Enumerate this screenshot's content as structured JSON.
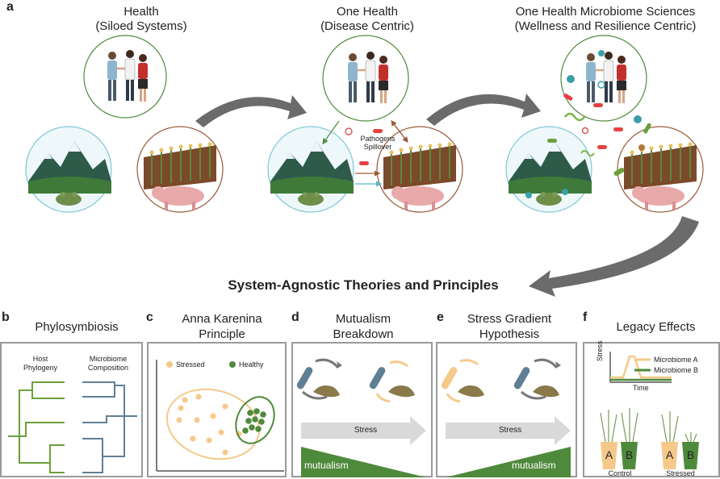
{
  "panel_a": {
    "letter": "a",
    "col1": {
      "line1": "Health",
      "line2": "(Siloed Systems)"
    },
    "col2": {
      "line1": "One Health",
      "line2": "(Disease Centric)",
      "pathogen_line1": "Pathogens",
      "pathogen_line2": "Spillover"
    },
    "col3": {
      "line1": "One Health Microbiome Sciences",
      "line2": "(Wellness and Resilience Centric)"
    }
  },
  "center_title": "System-Agnostic Theories and Principles",
  "panel_b": {
    "letter": "b",
    "title": "Phylosymbiosis",
    "host_line1": "Host",
    "host_line2": "Phylogeny",
    "micro_line1": "Microbiome",
    "micro_line2": "Composition"
  },
  "panel_c": {
    "letter": "c",
    "title_line1": "Anna Karenina",
    "title_line2": "Principle",
    "legend_stressed": "Stressed",
    "legend_healthy": "Healthy"
  },
  "panel_d": {
    "letter": "d",
    "title_line1": "Mutualism",
    "title_line2": "Breakdown",
    "stress_label": "Stress",
    "mutualism_label": "mutualism"
  },
  "panel_e": {
    "letter": "e",
    "title_line1": "Stress Gradient",
    "title_line2": "Hypothesis",
    "stress_label": "Stress",
    "mutualism_label": "mutualism"
  },
  "panel_f": {
    "letter": "f",
    "title": "Legacy Effects",
    "legend_a": "Microbiome A",
    "legend_b": "Microbiome B",
    "ylabel": "Stress",
    "xlabel": "Time",
    "pot_a": "A",
    "pot_b": "B",
    "control": "Control",
    "stressed": "Stressed"
  },
  "colors": {
    "green": "#4f8a3c",
    "orange": "#f5c98a",
    "blue_gray": "#5f7f95",
    "arrow_gray": "#6b6b6b",
    "teal_circle": "#7ec8d8",
    "brown_circle": "#9a5a3a"
  }
}
